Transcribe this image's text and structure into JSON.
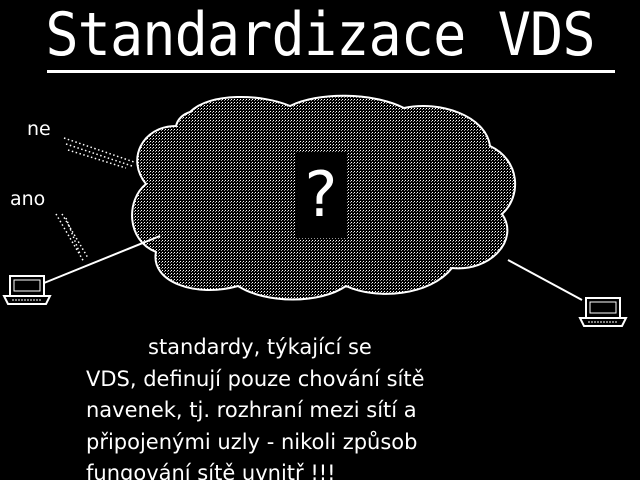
{
  "title": "Standardizace VDS",
  "diagram": {
    "label_no": "ne",
    "label_yes": "ano",
    "cloud_symbol": "?",
    "left_node_icon": "computer-terminal-icon",
    "right_node_icon": "computer-terminal-icon"
  },
  "body": {
    "lines": [
      "standardy, týkající se",
      "VDS, definují pouze chování sítě",
      "navenek, tj. rozhraní mezi sítí a",
      "připojenými uzly - nikoli způsob",
      "fungování sítě uvnitř !!!"
    ]
  },
  "colors": {
    "background": "#000000",
    "foreground": "#ffffff"
  }
}
